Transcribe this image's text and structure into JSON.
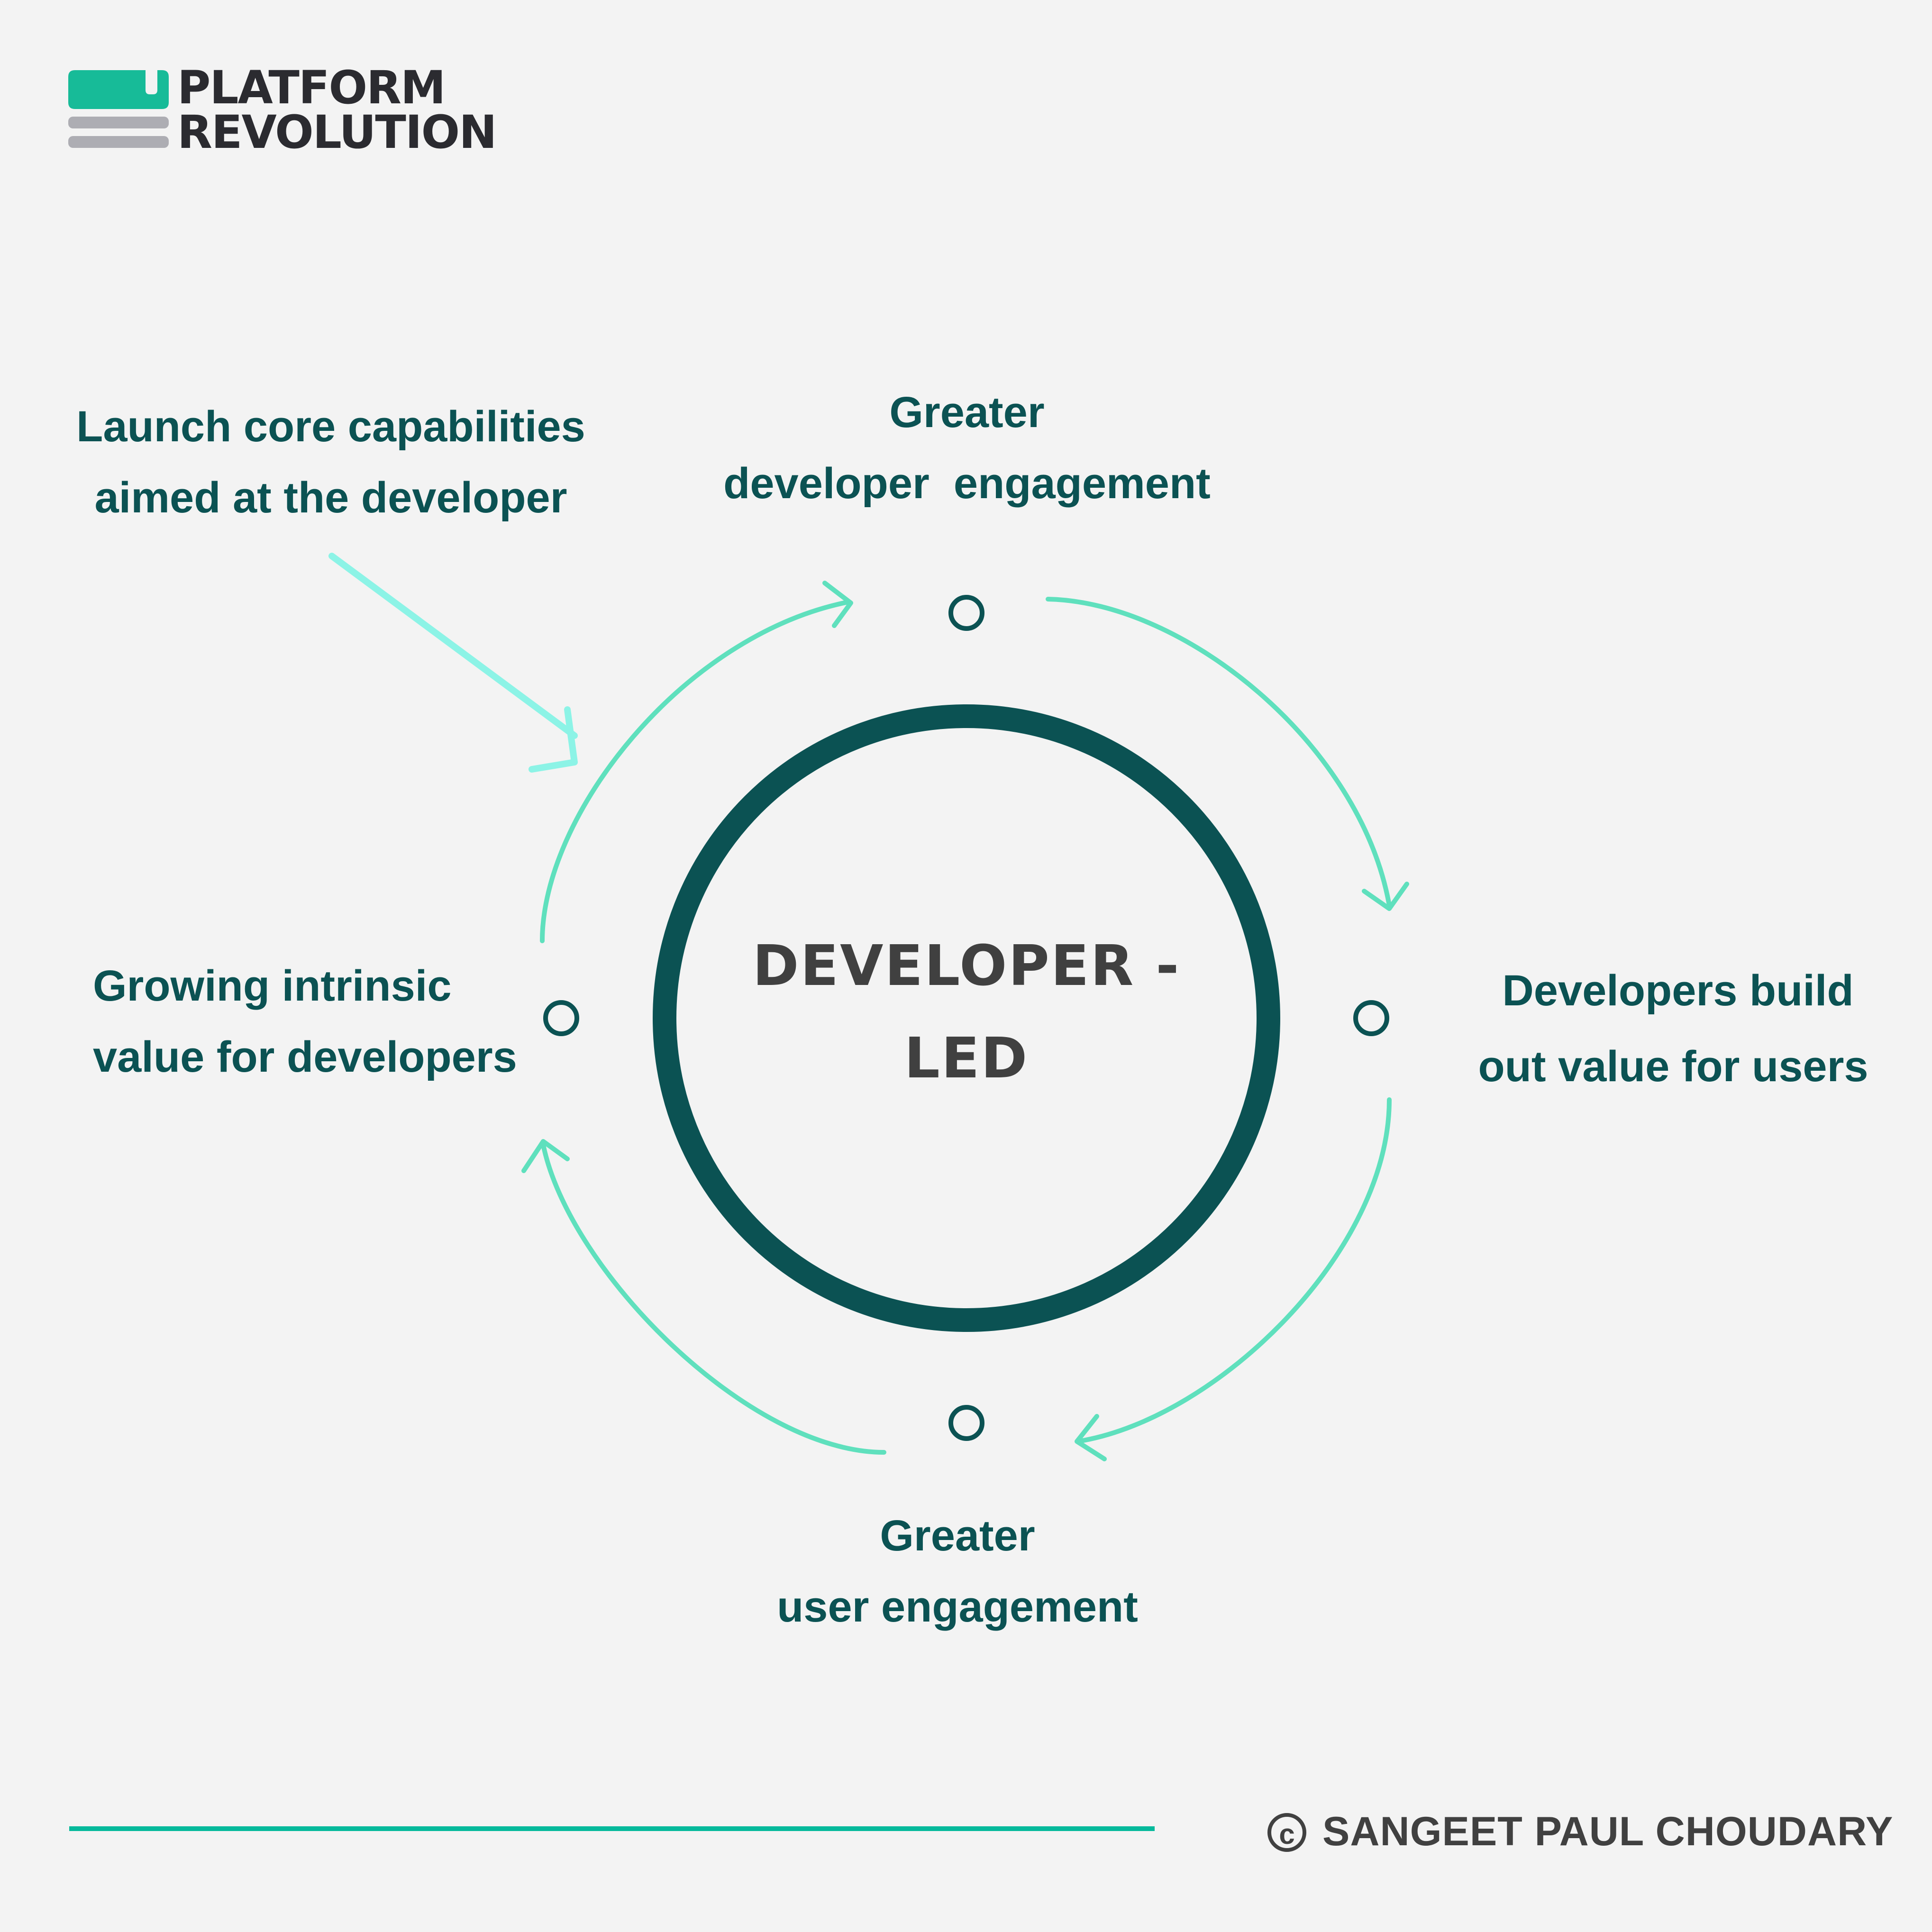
{
  "logo": {
    "line1": "PLATFORM",
    "line2": "REVOLUTION",
    "colors": {
      "block": "#17bb98",
      "bars": "#adadb3",
      "text": "#2b2b30"
    }
  },
  "diagram": {
    "center": {
      "line1": "DEVELOPER -",
      "line2": "LED"
    },
    "input_label": {
      "line1": "Launch core capabilities",
      "line2": "aimed at the developer"
    },
    "nodes": [
      {
        "id": "top",
        "line1": "Greater",
        "line2": "developer  engagement"
      },
      {
        "id": "right",
        "line1": "Developers build",
        "line2": "out value for users"
      },
      {
        "id": "bottom",
        "line1": "Greater",
        "line2": "user engagement"
      },
      {
        "id": "left",
        "line1": "Growing intrinsic",
        "line2": "value for developers"
      }
    ],
    "colors": {
      "ring": "#0b5253",
      "cycle_arrows": "#5fe0bd",
      "input_arrow": "#8cf3e6",
      "label_text": "#0b5253",
      "center_text": "#404040",
      "background": "#f3f3f3"
    }
  },
  "footer": {
    "copyright_icon": "copyright-icon",
    "author": "SANGEET PAUL CHOUDARY",
    "rule_color": "#05b99b"
  }
}
